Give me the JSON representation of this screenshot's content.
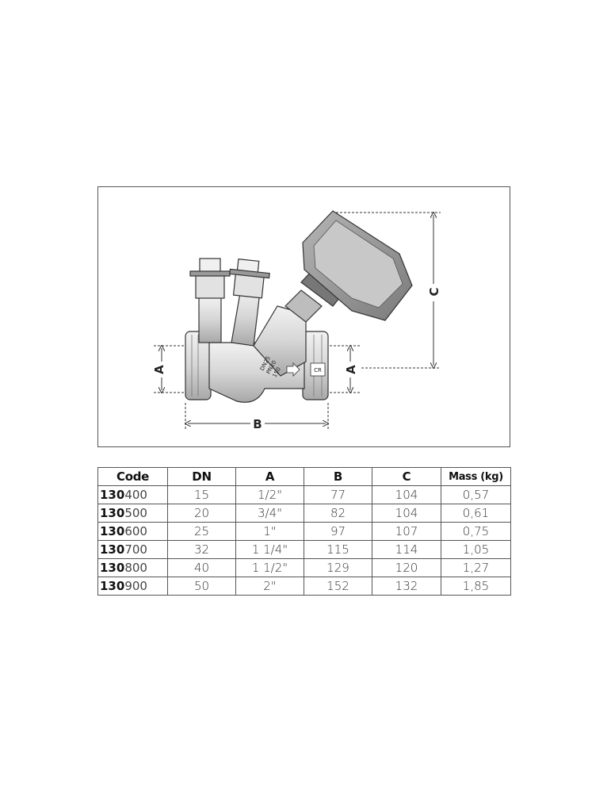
{
  "drawing": {
    "dim_a_left": "A",
    "dim_a_right": "A",
    "dim_b": "B",
    "dim_c": "C",
    "valve_marking": [
      "DN25",
      "PN20",
      "150"
    ],
    "logo_text": "CR"
  },
  "table": {
    "headers": {
      "code": "Code",
      "dn": "DN",
      "a": "A",
      "b": "B",
      "c": "C",
      "mass": "Mass (kg)"
    },
    "rows": [
      {
        "code_prefix": "130",
        "code_suffix": "400",
        "dn": "15",
        "a": "1/2\"",
        "b": "77",
        "c": "104",
        "mass": "0,57"
      },
      {
        "code_prefix": "130",
        "code_suffix": "500",
        "dn": "20",
        "a": "3/4\"",
        "b": "82",
        "c": "104",
        "mass": "0,61"
      },
      {
        "code_prefix": "130",
        "code_suffix": "600",
        "dn": "25",
        "a": "1\"",
        "b": "97",
        "c": "107",
        "mass": "0,75"
      },
      {
        "code_prefix": "130",
        "code_suffix": "700",
        "dn": "32",
        "a": "1 1/4\"",
        "b": "115",
        "c": "114",
        "mass": "1,05"
      },
      {
        "code_prefix": "130",
        "code_suffix": "800",
        "dn": "40",
        "a": "1 1/2\"",
        "b": "129",
        "c": "120",
        "mass": "1,27"
      },
      {
        "code_prefix": "130",
        "code_suffix": "900",
        "dn": "50",
        "a": "2\"",
        "b": "152",
        "c": "132",
        "mass": "1,85"
      }
    ]
  }
}
